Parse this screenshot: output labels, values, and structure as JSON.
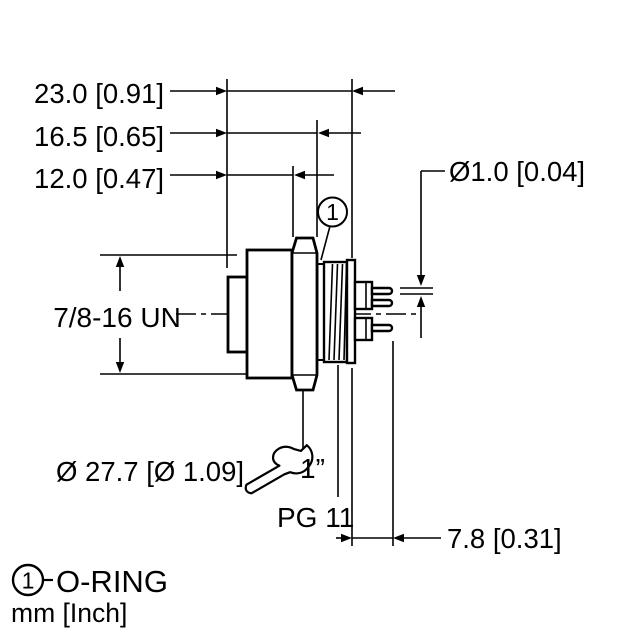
{
  "drawing": {
    "title": "connector-dimension-drawing",
    "dim_overall_length": "23.0 [0.91]",
    "dim_to_oring": "16.5 [0.65]",
    "dim_body_length": "12.0 [0.47]",
    "dim_pin_diameter": "Ø1.0 [0.04]",
    "thread_spec": "7/8-16 UN",
    "dim_hex_flats": "Ø 27.7 [Ø 1.09]",
    "wrench_size": "1”",
    "mount_thread": "PG 11",
    "dim_pin_length": "7.8 [0.31]",
    "callout_number": "1"
  },
  "legend": {
    "callout_number": "1",
    "callout_label": "O-RING",
    "units_label": "mm [Inch]"
  },
  "icons": {
    "wrench": "open-end-wrench"
  },
  "colors": {
    "line": "#000000",
    "background": "#ffffff"
  }
}
